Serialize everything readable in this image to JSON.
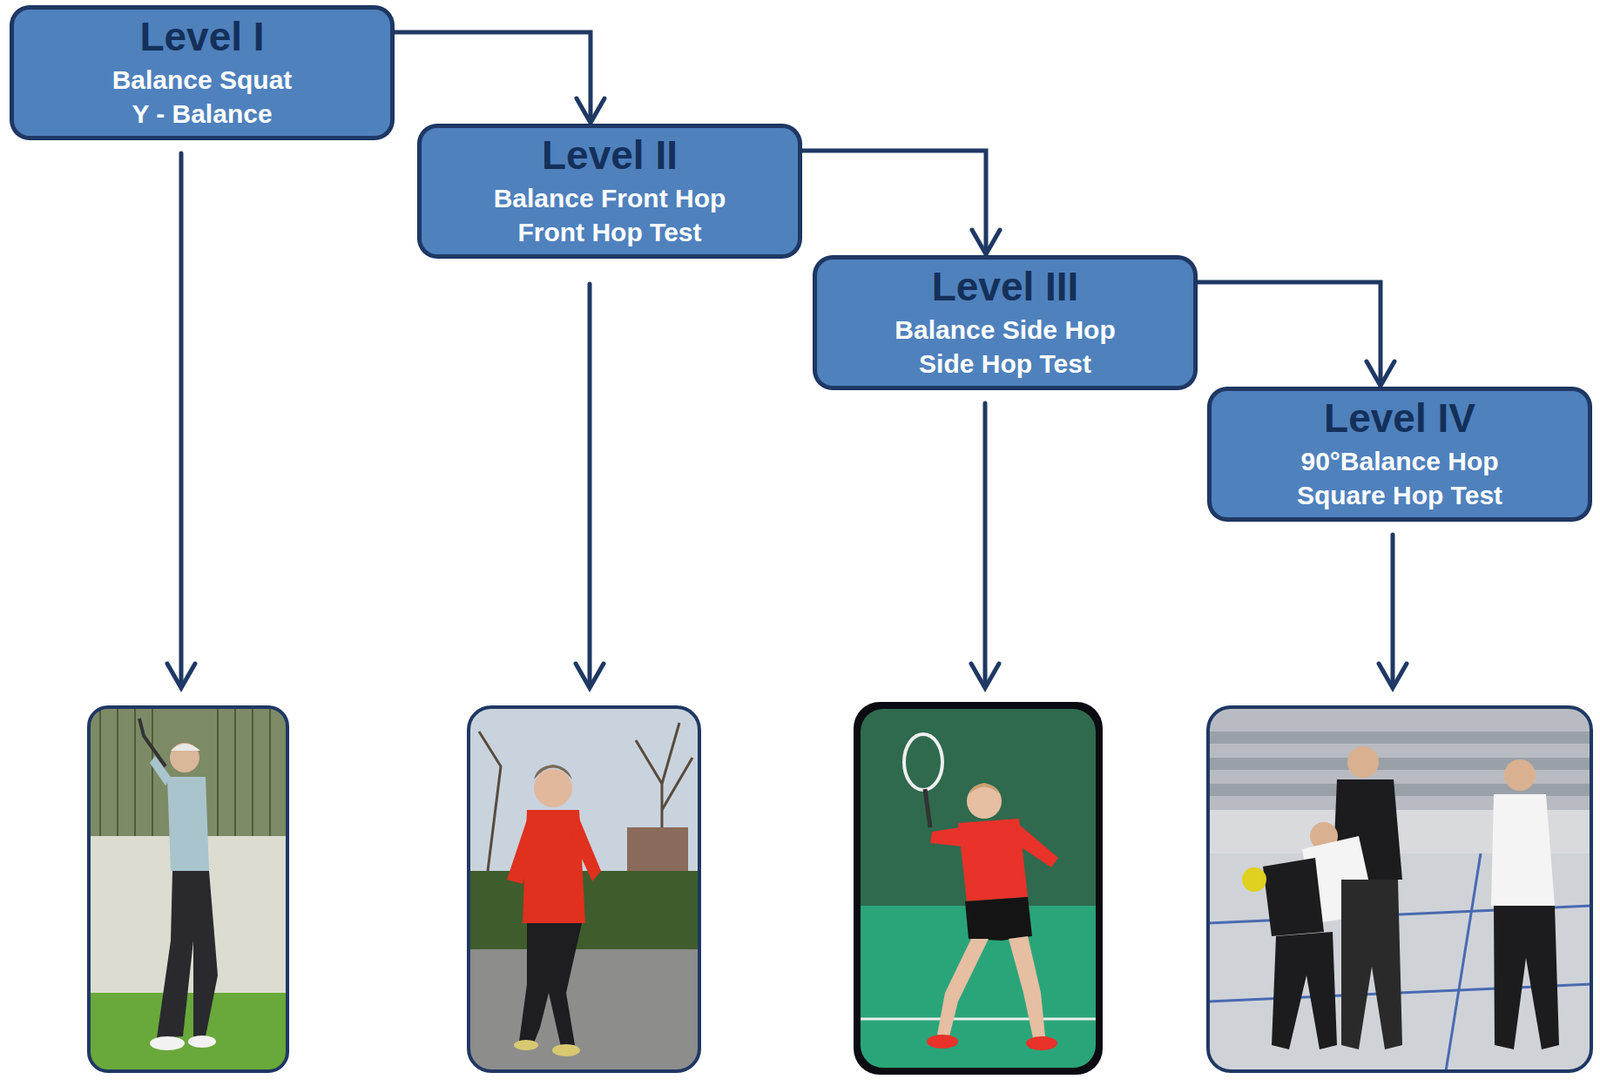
{
  "diagram": {
    "nodes": [
      {
        "text": [
          "Level I",
          "Balance Squat",
          "Y - Balance"
        ]
      },
      {
        "text": [
          "Level II",
          "Balance Front Hop",
          "Front Hop Test"
        ]
      },
      {
        "text": [
          "Level III",
          "Balance Side Hop",
          "Side Hop Test"
        ]
      },
      {
        "text": [
          "Level IV",
          "90°Balance Hop",
          "Square Hop Test"
        ]
      }
    ],
    "edges": [
      {
        "from": 0,
        "to": 1,
        "arrow": "to"
      },
      {
        "from": 1,
        "to": 2,
        "arrow": "to"
      },
      {
        "from": 2,
        "to": 3,
        "arrow": "to"
      }
    ]
  }
}
